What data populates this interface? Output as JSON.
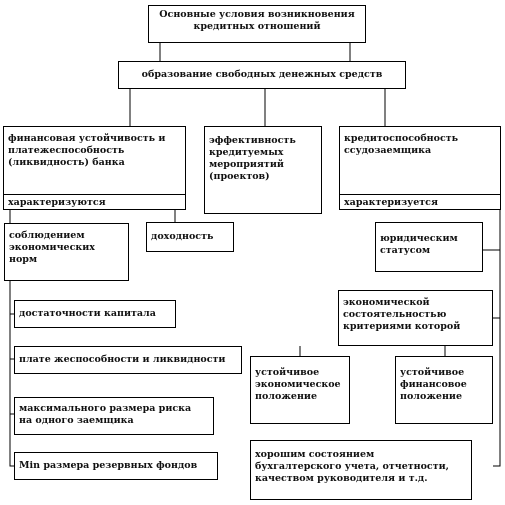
{
  "title": "Основные условия возникновения\nкредитных  отношений",
  "level2": "образование свободных денежных  средств",
  "left_col": {
    "title": "финансовая устойчивость и\nплатежеспособность\n(ликвидность)  банка",
    "sub": "характеризуются"
  },
  "mid_col": {
    "title": "эффективность\nкредитуемых\nмероприятий\n(проектов)"
  },
  "right_col": {
    "title": "кредитоспособность\nссудозаемщика",
    "sub": "характеризуется"
  },
  "left_items": {
    "economic_norms": "соблюдением\nэкономических\nнорм",
    "capital": "достаточности капитала",
    "liquidity": "плате  жеспособности и ликвидности",
    "max_risk": "максимального размера риска\nна одного заемщика",
    "reserves": "Min размера резервных  фондов"
  },
  "mid_items": {
    "income": "доходность"
  },
  "right_items": {
    "legal_status": "юридическим\nстатусом",
    "economic_state": "экономической\nсостоятельностью\nкритериями которой",
    "stable_economic": "устойчивое\nэкономическое\nположение",
    "stable_financial": "устойчивое\nфинансовое\nположение",
    "good_condition": "хорошим состоянием\nбухгалтерского  учета, отчетности,\nкачеством руководителя и т.д."
  }
}
